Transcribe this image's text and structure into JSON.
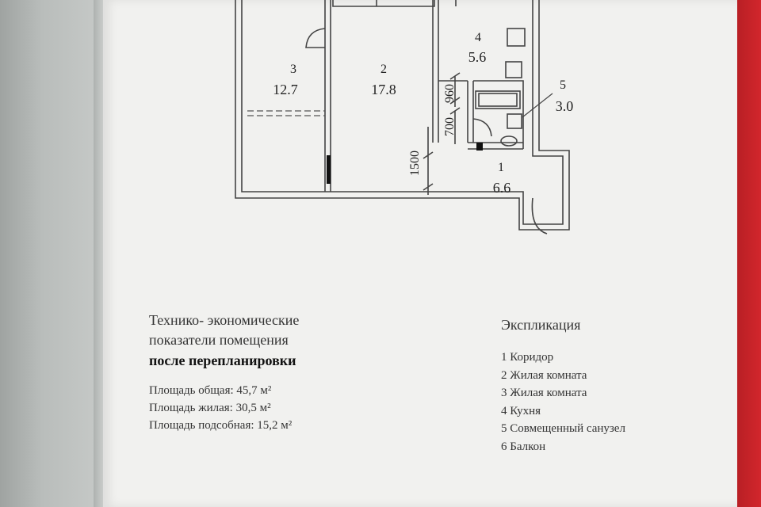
{
  "plan": {
    "rooms": [
      {
        "number": "3",
        "area": "12.7"
      },
      {
        "number": "2",
        "area": "17.8"
      },
      {
        "number": "4",
        "area": "5.6"
      },
      {
        "number": "5",
        "area": "3.0"
      },
      {
        "number": "1",
        "area": "6.6"
      }
    ],
    "dimensions": [
      "960",
      "700",
      "1500"
    ]
  },
  "indicators": {
    "title_line1": "Технико- экономические",
    "title_line2": "показатели помещения",
    "title_line3": "после перепланировки",
    "areas": [
      "Площадь общая: 45,7 м²",
      "Площадь жилая: 30,5 м²",
      "Площадь подсобная: 15,2 м²"
    ]
  },
  "explication": {
    "title": "Экспликация",
    "items": [
      "1 Коридор",
      "2 Жилая комната",
      "3 Жилая комната",
      "4 Кухня",
      "5 Совмещенный санузел",
      "6 Балкон"
    ]
  }
}
